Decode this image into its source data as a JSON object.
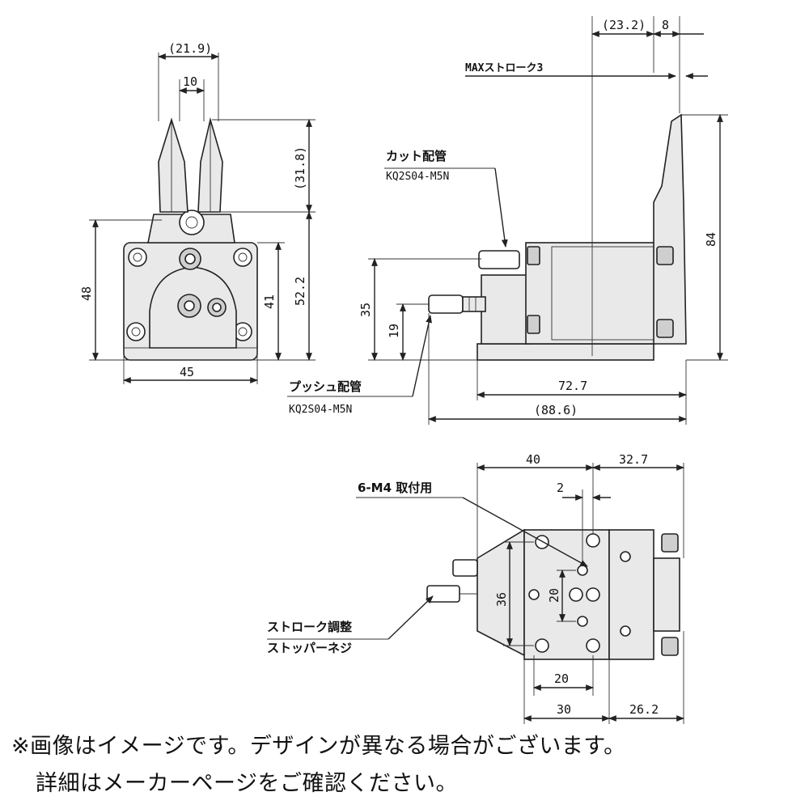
{
  "dimensions": {
    "front": {
      "d21_9": "(21.9)",
      "d10": "10",
      "d31_8": "(31.8)",
      "d48": "48",
      "d41": "41",
      "d52_2": "52.2",
      "d45": "45"
    },
    "side": {
      "d23_2": "(23.2)",
      "d8": "8",
      "max_stroke": "MAXストローク3",
      "d84": "84",
      "d35": "35",
      "d19": "19",
      "d72_7": "72.7",
      "d88_6": "(88.6)"
    },
    "bottom": {
      "d40": "40",
      "d32_7": "32.7",
      "d2": "2",
      "d36": "36",
      "d20v": "20",
      "d20h": "20",
      "d30": "30",
      "d26_2": "26.2"
    }
  },
  "callouts": {
    "cut_pipe": "カット配管",
    "cut_pipe_part": "KQ2S04-M5N",
    "push_pipe": "プッシュ配管",
    "push_pipe_part": "KQ2S04-M5N",
    "mount": "6-M4 取付用",
    "stroke_adjust_1": "ストローク調整",
    "stroke_adjust_2": "ストッパーネジ"
  },
  "notice": {
    "line1": "※画像はイメージです。デザインが異なる場合がございます。",
    "line2": "詳細はメーカーページをご確認ください。"
  }
}
